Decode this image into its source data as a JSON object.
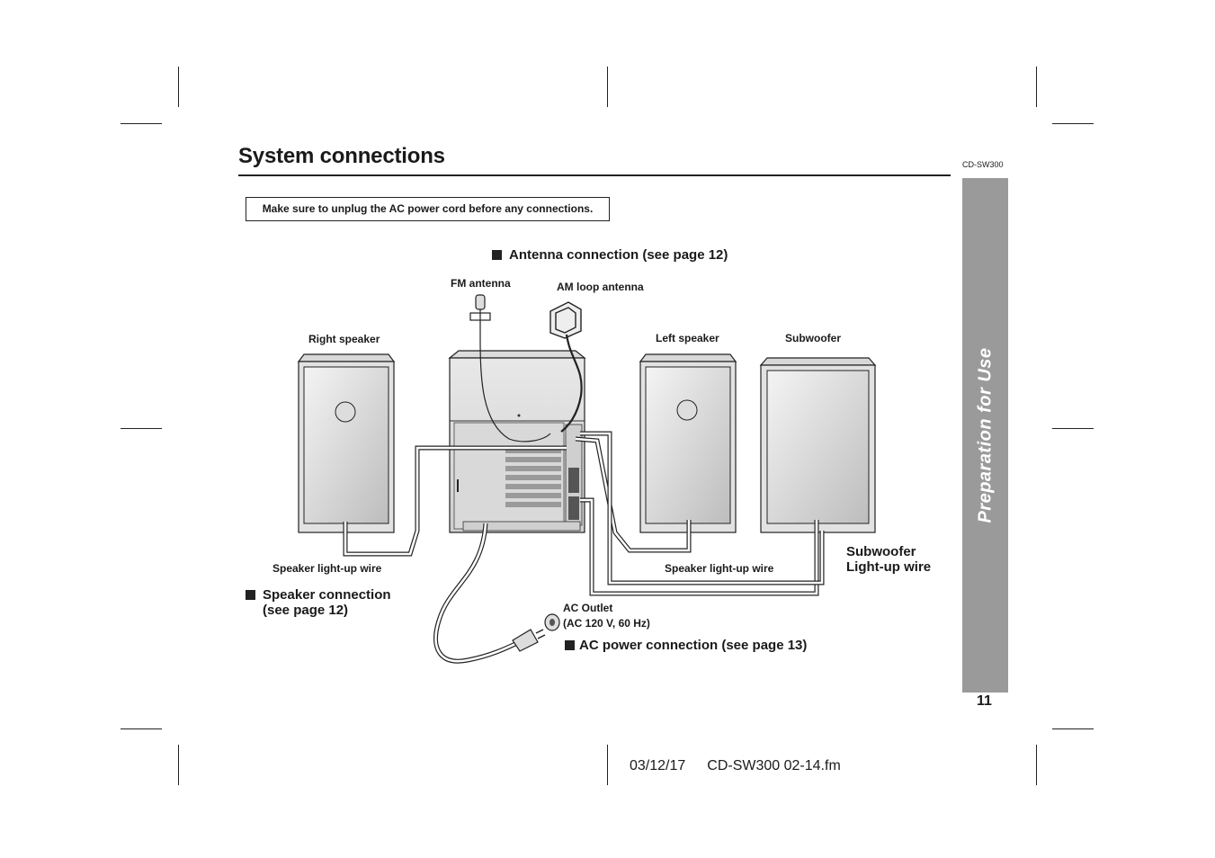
{
  "page": {
    "title": "System connections",
    "model_tag": "CD-SW300",
    "side_tab": "Preparation for Use",
    "page_number": "11",
    "notice": "Make sure to unplug the AC power cord before any connections."
  },
  "diagram": {
    "antenna_heading": "Antenna connection (see page 12)",
    "fm_antenna": "FM antenna",
    "am_loop_antenna": "AM loop antenna",
    "right_speaker": "Right speaker",
    "left_speaker": "Left speaker",
    "subwoofer": "Subwoofer",
    "speaker_wire_left": "Speaker light-up wire",
    "speaker_wire_right": "Speaker light-up wire",
    "subwoofer_wire_line1": "Subwoofer",
    "subwoofer_wire_line2": "Light-up wire",
    "speaker_connection_line1": "Speaker connection",
    "speaker_connection_line2": "(see page 12)",
    "ac_outlet_line1": "AC Outlet",
    "ac_outlet_line2": "(AC 120 V, 60 Hz)",
    "ac_power_heading": "AC power connection (see page 13)"
  },
  "footer": {
    "date": "03/12/17",
    "file": "CD-SW300 02-14.fm"
  }
}
